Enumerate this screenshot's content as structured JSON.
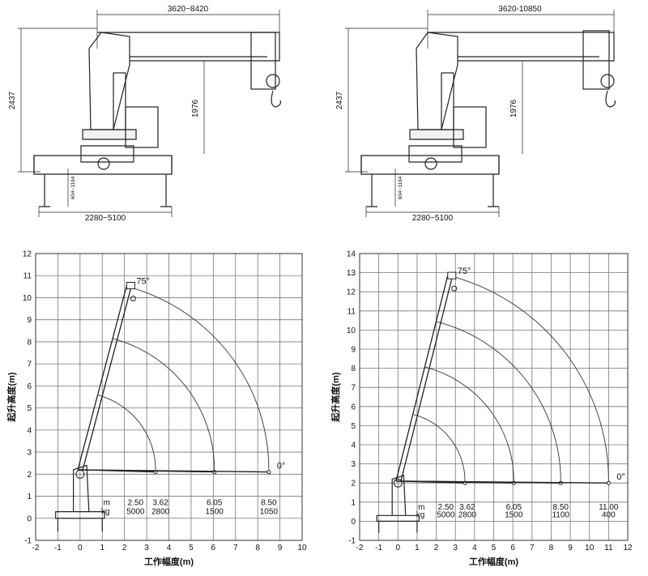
{
  "left": {
    "drawing": {
      "reach_dim": "3620~8420",
      "height_dim": "2437",
      "hook_dim": "1976",
      "outrigger_dim": "2280~5100",
      "leg_dim": "604~1194"
    },
    "chart": {
      "xlabel": "工作幅度(m)",
      "ylabel": "起升高度(m)",
      "angle_top": "75°",
      "angle_bottom": "0°",
      "unit_m": "m",
      "unit_kg": "kg",
      "xlim": [
        -2,
        10
      ],
      "ylim": [
        -1,
        12
      ],
      "xticks": [
        "-2",
        "-1",
        "0",
        "1",
        "2",
        "3",
        "4",
        "5",
        "6",
        "7",
        "8",
        "9",
        "10"
      ],
      "yticks": [
        "-1",
        "0",
        "1",
        "2",
        "3",
        "4",
        "5",
        "6",
        "7",
        "8",
        "9",
        "10",
        "11",
        "12"
      ],
      "radii": [
        "2.50",
        "3.62",
        "6.05",
        "8.50"
      ],
      "loads": [
        "5000",
        "2800",
        "1500",
        "1050"
      ],
      "boom_stages": [
        [
          3.4,
          2.1
        ],
        [
          6.05,
          2.1
        ],
        [
          8.5,
          2.1
        ]
      ],
      "pivot": [
        -0.1,
        2.2
      ],
      "tip75": [
        2.1,
        10.55
      ]
    }
  },
  "right": {
    "drawing": {
      "reach_dim": "3620-10850",
      "height_dim": "2437",
      "hook_dim": "1976",
      "outrigger_dim": "2280~5100",
      "leg_dim": "604~1194"
    },
    "chart": {
      "xlabel": "工作幅度(m)",
      "ylabel": "起升高度(m)",
      "angle_top": "75°",
      "angle_bottom": "0°",
      "unit_m": "m",
      "unit_kg": "kg",
      "xlim": [
        -2,
        12
      ],
      "ylim": [
        -1,
        14
      ],
      "xticks": [
        "-2",
        "-1",
        "0",
        "1",
        "2",
        "3",
        "4",
        "5",
        "6",
        "7",
        "8",
        "9",
        "10",
        "11",
        "12"
      ],
      "yticks": [
        "-1",
        "0",
        "1",
        "2",
        "3",
        "4",
        "5",
        "6",
        "7",
        "8",
        "9",
        "10",
        "11",
        "12",
        "13",
        "14"
      ],
      "radii": [
        "2.50",
        "3.62",
        "6.05",
        "8.50",
        "11.00"
      ],
      "loads": [
        "5000",
        "2800",
        "1500",
        "1100",
        "400"
      ],
      "boom_stages": [
        [
          3.5,
          2.0
        ],
        [
          6.05,
          2.0
        ],
        [
          8.5,
          2.0
        ],
        [
          11.0,
          2.0
        ]
      ],
      "pivot": [
        -0.1,
        2.1
      ],
      "tip75": [
        2.6,
        12.85
      ]
    }
  }
}
